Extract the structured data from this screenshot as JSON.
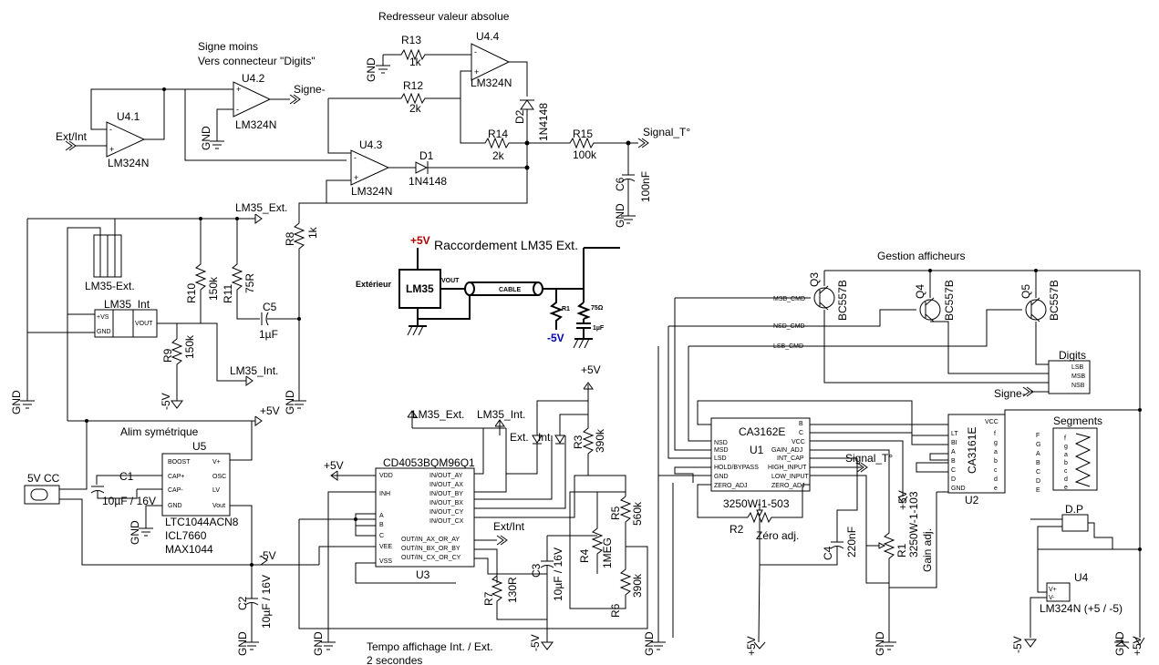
{
  "headings": {
    "redresseur": "Redresseur valeur absolue",
    "signe_moins_1": "Signe moins",
    "signe_moins_2": "Vers connecteur \"Digits\"",
    "raccordement": "Raccordement LM35 Ext.",
    "gestion": "Gestion afficheurs",
    "alim": "Alim symétrique",
    "tempo_1": "Tempo affichage Int. / Ext.",
    "tempo_2": "2 secondes"
  },
  "opamps": {
    "u41": {
      "ref": "U4.1",
      "part": "LM324N"
    },
    "u42": {
      "ref": "U4.2",
      "part": "LM324N"
    },
    "u43": {
      "ref": "U4.3",
      "part": "LM324N"
    },
    "u44": {
      "ref": "U4.4",
      "part": "LM324N"
    }
  },
  "resistors": {
    "r13": {
      "ref": "R13",
      "value": "1k"
    },
    "r12": {
      "ref": "R12",
      "value": "2k"
    },
    "r14": {
      "ref": "R14",
      "value": "2k"
    },
    "r15": {
      "ref": "R15",
      "value": "100k"
    },
    "r8": {
      "ref": "R8",
      "value": "1k"
    },
    "r10": {
      "ref": "R10",
      "value": "150k"
    },
    "r11": {
      "ref": "R11",
      "value": "75R"
    },
    "r9": {
      "ref": "R9",
      "value": "150k"
    },
    "r3": {
      "ref": "R3",
      "value": "390k"
    },
    "r5": {
      "ref": "R5",
      "value": "560k"
    },
    "r4": {
      "ref": "R4",
      "value": "1MEG"
    },
    "r6": {
      "ref": "R6",
      "value": "390k"
    },
    "r7": {
      "ref": "R7",
      "value": "130R"
    },
    "r1": {
      "ref": "R1",
      "value": "3250W-1-103"
    },
    "r2": {
      "ref": "R2",
      "value": "3250W-1-503"
    }
  },
  "capacitors": {
    "c6": {
      "ref": "C6",
      "value": "100nF"
    },
    "c5": {
      "ref": "C5",
      "value": "1µF"
    },
    "c1": {
      "ref": "C1",
      "value": "10µF / 16V"
    },
    "c2": {
      "ref": "C2",
      "value": "10µF / 16V"
    },
    "c3": {
      "ref": "C3",
      "value": "10µF / 16V"
    },
    "c4": {
      "ref": "C4",
      "value": "220nF"
    }
  },
  "diodes": {
    "d1": {
      "ref": "D1",
      "part": "1N4148"
    },
    "d2": {
      "ref": "D2",
      "part": "1N4148"
    }
  },
  "transistors": {
    "q3": {
      "ref": "Q3",
      "part": "BC557B"
    },
    "q4": {
      "ref": "Q4",
      "part": "BC557B"
    },
    "q5": {
      "ref": "Q5",
      "part": "BC557B"
    }
  },
  "nets": {
    "ext_int": "Ext/Int",
    "signe": "Signe-",
    "signal_t": "Signal_T°",
    "lm35_ext": "LM35_Ext.",
    "lm35_int": "LM35_Int.",
    "lm35_int_b": "LM35_Int.",
    "lm35_ext_b": "LM35_Ext.",
    "ext_int_b": "Ext/Int",
    "signe_b": "Signe-",
    "signal_t_b": "Signal_T°",
    "msb_cmd": "MSB_CMD",
    "nsd_cmd": "NSD_CMD",
    "lsb_cmd": "LSB_CMD",
    "ext_led": "Ext.",
    "int_led": "Int."
  },
  "power": {
    "gnd": "GND",
    "p5v": "+5V",
    "m5v": "-5V",
    "cc": "5V CC"
  },
  "lm35ext": {
    "plus5": "+5V",
    "minus5": "-5V",
    "exterieur": "Extérieur",
    "chip": "LM35",
    "vout": "VOUT",
    "cable": "CABLE",
    "r": "R1",
    "res": "75Ω",
    "cap": "1µF"
  },
  "lm35int": {
    "ref": "LM35_Int",
    "vs": "+VS",
    "gnd": "GND",
    "vout": "VOUT"
  },
  "connector_ext": "LM35-Ext.",
  "u5": {
    "ref": "U5",
    "part1": "LTC1044ACN8",
    "part2": "ICL7660",
    "part3": "MAX1044",
    "pins": [
      "BOOST",
      "CAP+",
      "CAP-",
      "GND",
      "V+",
      "OSC",
      "LV",
      "Vout"
    ]
  },
  "u3": {
    "ref": "U3",
    "part": "CD4053BQM96Q1",
    "pins_left": [
      "VDD",
      "INH",
      "A",
      "B",
      "C",
      "VEE",
      "VSS"
    ],
    "pins_right": [
      "IN/OUT_AY",
      "IN/OUT_AX",
      "IN/OUT_BY",
      "IN/OUT_BX",
      "IN/OUT_CY",
      "IN/OUT_CX",
      "OUT/IN_AX_OR_AY",
      "OUT/IN_BX_OR_BY",
      "OUT/IN_CX_OR_CY"
    ]
  },
  "u1": {
    "ref": "U1",
    "part": "CA3162E",
    "pins_left": [
      "MSD",
      "NSD",
      "LSD",
      "HOLD/BYPASS",
      "GND",
      "ZERO_ADJ"
    ],
    "pins_right": [
      "B",
      "C",
      "VCC",
      "GAIN_ADJ",
      "INT_CAP",
      "HIGH_INPUT",
      "LOW_INPUT",
      "ZERO_ADJ"
    ]
  },
  "u2": {
    "ref": "U2",
    "part": "CA3161E",
    "pins_left": [
      "LT",
      "BI",
      "A",
      "B",
      "C",
      "D",
      "GND"
    ],
    "pins_right": [
      "VCC",
      "f",
      "g",
      "a",
      "b",
      "c",
      "d",
      "e"
    ]
  },
  "digits": {
    "title": "Digits",
    "pins": [
      "LSB",
      "MSB",
      "NSB"
    ]
  },
  "segments": {
    "title": "Segments",
    "pins": [
      "f",
      "g",
      "a",
      "b",
      "c",
      "d",
      "e"
    ]
  },
  "dp": {
    "title": "D.P"
  },
  "u4": {
    "ref": "U4",
    "label": "LM324N (+5 / -5)",
    "vp": "V+",
    "vm": "V-"
  },
  "adj": {
    "zero": "Zéro adj.",
    "gain": "Gain adj."
  }
}
